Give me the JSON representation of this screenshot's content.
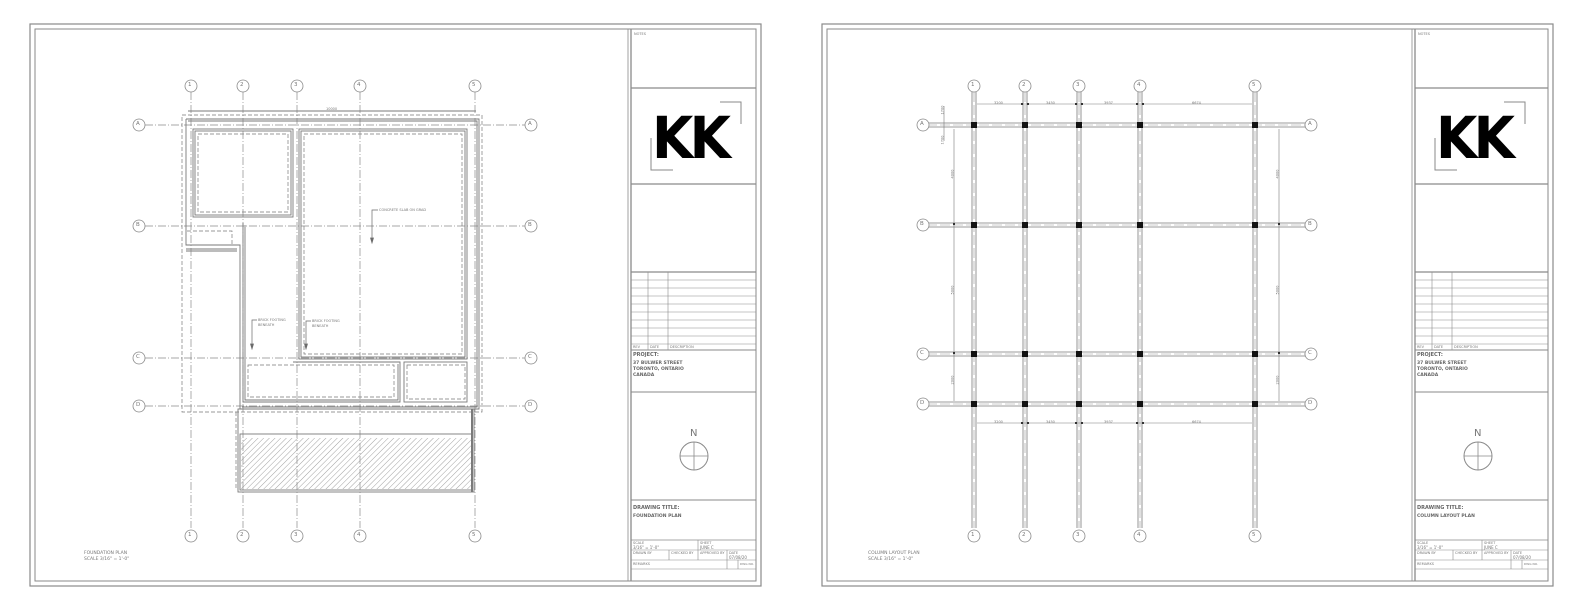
{
  "sheets": [
    {
      "id": "foundation",
      "title_block": {
        "header_label": "NOTES",
        "logo": "KK",
        "revision_headers": [
          "REV",
          "DATE",
          "DESCRIPTION"
        ],
        "project_label": "PROJECT:",
        "project_address": [
          "37 BULWER STREET",
          "TORONTO, ONTARIO",
          "CANADA"
        ],
        "north_label": "N",
        "drawing_title_label": "DRAWING TITLE:",
        "drawing_title": "FOUNDATION PLAN",
        "scale_label": "SCALE",
        "scale_value": "3/16\" = 1'-0\"",
        "sheet_label": "SHEET",
        "sheet_value": "JUNE C",
        "drawn_label": "DRAWN BY",
        "checked_label": "CHECKED BY",
        "approved_label": "APPROVED BY",
        "date_label": "DATE",
        "date_value": "07/08/20",
        "remarks_label": "REMARKS",
        "drawing_no_label": "DWG NO."
      },
      "caption": {
        "title": "FOUNDATION PLAN",
        "scale": "SCALE 3/16\" = 1'-0\""
      },
      "grid": {
        "columns": [
          "1",
          "2",
          "3",
          "4",
          "5"
        ],
        "rows": [
          "A",
          "B",
          "C",
          "D"
        ]
      },
      "annotations": {
        "slab": "CONCRETE SLAB ON GRAD",
        "footing_1": [
          "BRICK FOOTING",
          "BENEATH"
        ],
        "footing_2": [
          "BRICK FOOTING",
          "BENEATH"
        ],
        "overall_dim": "10000"
      }
    },
    {
      "id": "column-layout",
      "title_block": {
        "header_label": "NOTES",
        "logo": "KK",
        "revision_headers": [
          "REV",
          "DATE",
          "DESCRIPTION"
        ],
        "project_label": "PROJECT:",
        "project_address": [
          "37 BULWER STREET",
          "TORONTO, ONTARIO",
          "CANADA"
        ],
        "north_label": "N",
        "drawing_title_label": "DRAWING TITLE:",
        "drawing_title": "COLUMN LAYOUT PLAN",
        "scale_label": "SCALE",
        "scale_value": "3/16\" = 1'-0\"",
        "sheet_label": "SHEET",
        "sheet_value": "JUNE C",
        "drawn_label": "DRAWN BY",
        "checked_label": "CHECKED BY",
        "approved_label": "APPROVED BY",
        "date_label": "DATE",
        "date_value": "07/08/20",
        "remarks_label": "REMARKS",
        "drawing_no_label": "DWG NO."
      },
      "caption": {
        "title": "COLUMN LAYOUT PLAN",
        "scale": "SCALE 3/16\" = 1'-0\""
      },
      "grid": {
        "columns": [
          "1",
          "2",
          "3",
          "4",
          "5"
        ],
        "rows": [
          "A",
          "B",
          "C",
          "D"
        ]
      },
      "dimensions": {
        "top": [
          "3200",
          "3450",
          "3937",
          "6674"
        ],
        "bottom": [
          "3200",
          "3450",
          "3937",
          "6674"
        ],
        "left": [
          "4000",
          "5000",
          "2000"
        ],
        "right": [
          "4000",
          "5000",
          "2000"
        ],
        "offset_top": "1700",
        "offset_bottom": "1700"
      }
    }
  ]
}
